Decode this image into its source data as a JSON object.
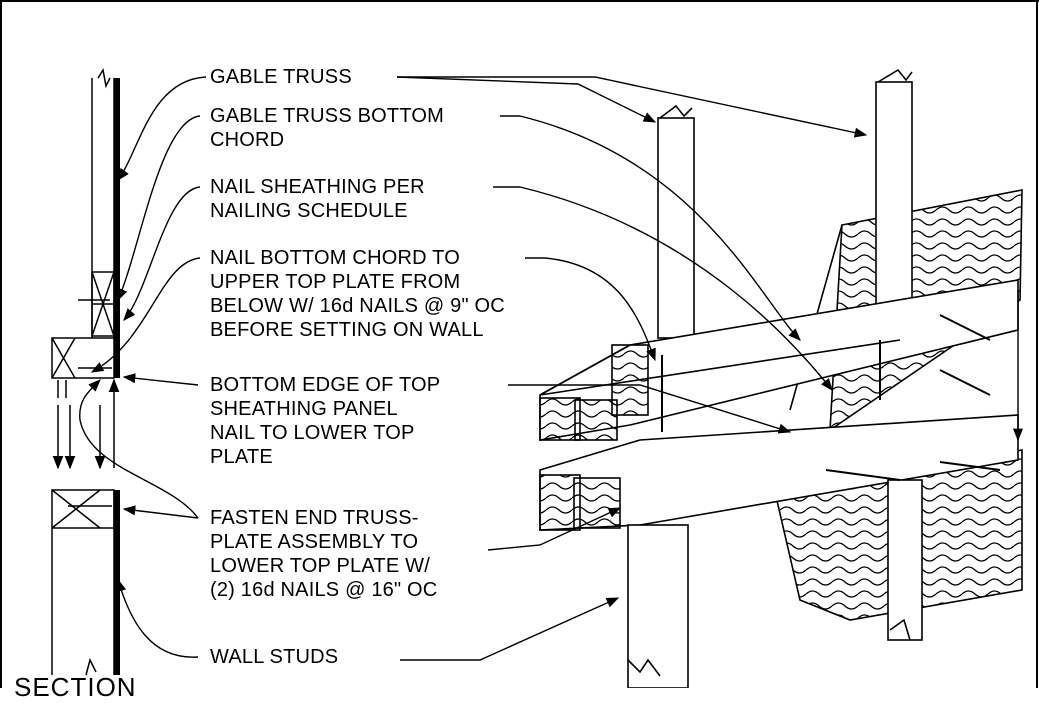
{
  "callouts": {
    "gable_truss": [
      "GABLE TRUSS"
    ],
    "gable_truss_bottom_chord": [
      "GABLE TRUSS BOTTOM",
      "CHORD"
    ],
    "nail_sheathing": [
      "NAIL SHEATHING PER",
      "NAILING SCHEDULE"
    ],
    "nail_bottom_chord": [
      "NAIL BOTTOM CHORD TO",
      "UPPER TOP PLATE FROM",
      "BELOW W/ 16d NAILS @ 9\" OC",
      "BEFORE SETTING ON WALL"
    ],
    "bottom_edge": [
      "BOTTOM EDGE OF TOP",
      "SHEATHING PANEL",
      "NAIL TO LOWER TOP",
      "PLATE"
    ],
    "fasten_end_truss": [
      "FASTEN END TRUSS-",
      "PLATE ASSEMBLY TO",
      "LOWER TOP PLATE W/",
      "(2) 16d NAILS @ 16\" OC"
    ],
    "wall_studs": [
      "WALL STUDS"
    ]
  },
  "section_title": "SECTION"
}
